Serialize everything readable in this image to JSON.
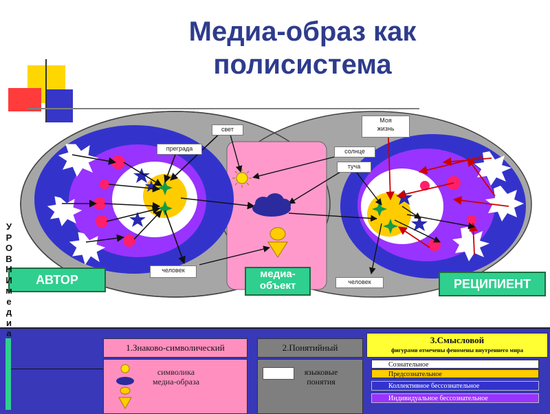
{
  "title": {
    "line1": "Медиа-образ как",
    "line2": "полисистема"
  },
  "nodes": {
    "svet": "свет",
    "pregrada": "преграда",
    "moya_zhizn_1": "Моя",
    "moya_zhizn_2": "жизнь",
    "solntse": "солнце",
    "tucha": "туча",
    "chelovek_left": "человек",
    "chelovek_right": "человек"
  },
  "labels": {
    "author": "АВТОР",
    "media_object_1": "медиа-",
    "media_object_2": "объект",
    "recipient": "РЕЦИПИЕНТ"
  },
  "vertical_label": [
    "У",
    "Р",
    "О",
    "В",
    "Н",
    "И",
    "м",
    "е",
    "д",
    "и",
    "а"
  ],
  "legend": {
    "level1": "1.Знаково-символический",
    "symbolika_1": "символика",
    "symbolika_2": "медиа-образа",
    "level2": "2.Понятийный",
    "yazykovye_1": "языковые",
    "yazykovye_2": "понятия",
    "level3": "3.Смысловой",
    "level3_sub": "фигурами отмечены феномены внутреннего мира",
    "conscious": "Сознательное",
    "preconscious": "Предсознательное",
    "collective": "Коллективное бессознательное",
    "individual": "Индивидуальное бессознательное"
  },
  "colors": {
    "title": "#2e3c8c",
    "outer_gray": "#a6a6a6",
    "blue_ring": "#3333cc",
    "purple_ring": "#9933ff",
    "inner_white": "#ffffff",
    "core_yellow": "#ffcc00",
    "media_pink": "#ff99cc",
    "legend_bg": "#3838b8",
    "green_label": "#2fcf8f",
    "arrow_red": "#cc0000"
  }
}
